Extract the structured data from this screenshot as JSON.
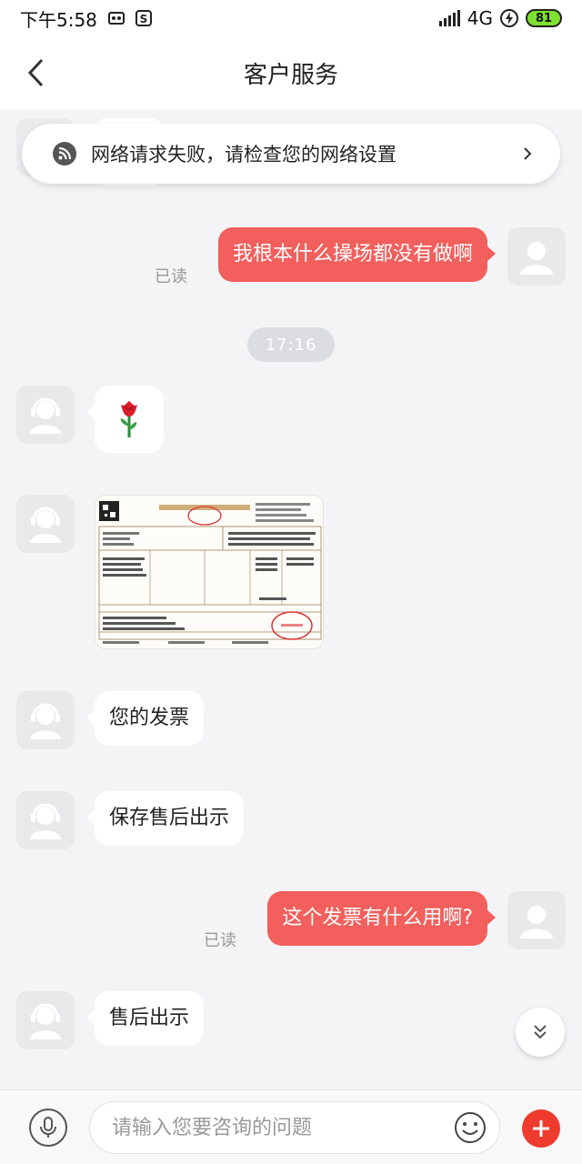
{
  "status_bar": {
    "time": "下午5:58",
    "network": "4G",
    "battery": "81"
  },
  "header": {
    "title": "客户服务"
  },
  "banner": {
    "text": "网络请求失败，请检查您的网络设置"
  },
  "messages": {
    "m1": {
      "text": "我根本什么操场都没有做啊",
      "status": "已读"
    },
    "time": "17:16",
    "m4": {
      "text": "您的发票"
    },
    "m5": {
      "text": "保存售后出示"
    },
    "m6": {
      "text": "这个发票有什么用啊?",
      "status": "已读"
    },
    "m7": {
      "text": "售后出示"
    }
  },
  "input_bar": {
    "placeholder": "请输入您要咨询的问题"
  },
  "colors": {
    "accent": "#f25f5c",
    "plus_button": "#ef3b2d",
    "battery": "#7ee02f"
  }
}
